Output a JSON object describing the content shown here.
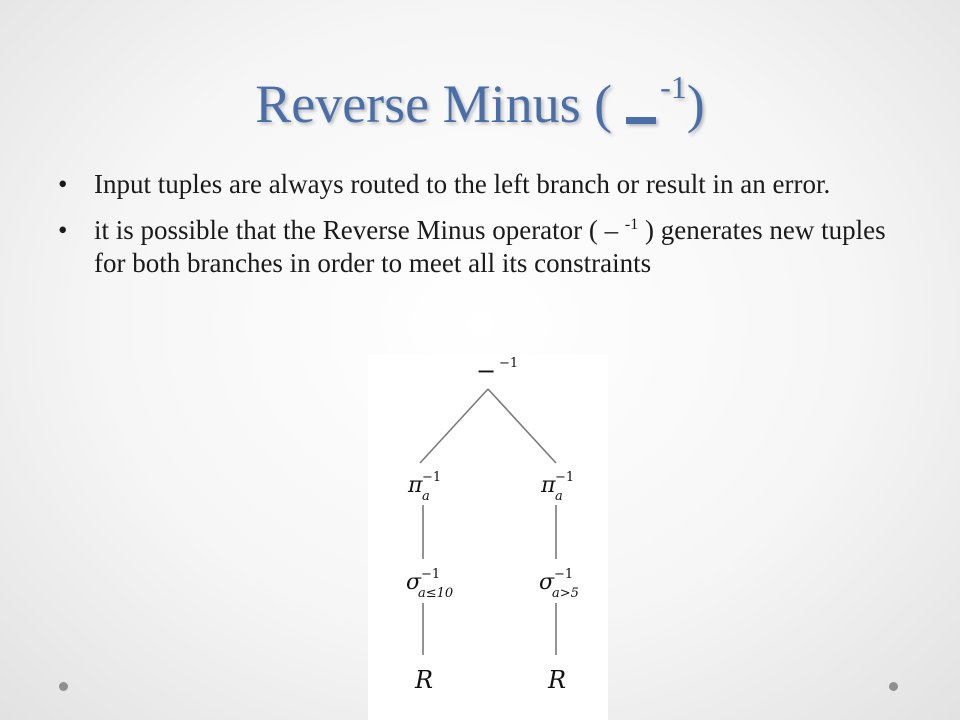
{
  "title": {
    "text": "Reverse Minus (",
    "superscript": "-1",
    "close": ")"
  },
  "bullets": [
    {
      "marker": "•",
      "text": "Input tuples are always routed to the left branch or result in an error."
    },
    {
      "marker": "•",
      "text_before": "it is possible that the Reverse Minus operator ( –",
      "superscript": "-1",
      "text_after": ") generates new tuples for both branches in order to meet all its constraints"
    }
  ],
  "diagram": {
    "root": {
      "symbol": "−",
      "superscript": "−1"
    },
    "left_branch": {
      "projection": {
        "symbol": "π",
        "superscript": "−1",
        "subscript": "a"
      },
      "selection": {
        "symbol": "σ",
        "superscript": "−1",
        "subscript": "a≤10"
      },
      "relation": "R"
    },
    "right_branch": {
      "projection": {
        "symbol": "π",
        "superscript": "−1",
        "subscript": "a"
      },
      "selection": {
        "symbol": "σ",
        "superscript": "−1",
        "subscript": "a>5"
      },
      "relation": "R"
    }
  },
  "colors": {
    "title": "#4a6fa8",
    "text": "#1a1a1a",
    "tree_lines": "#7a7a7a",
    "nav_dots": "#8f8f8f"
  }
}
